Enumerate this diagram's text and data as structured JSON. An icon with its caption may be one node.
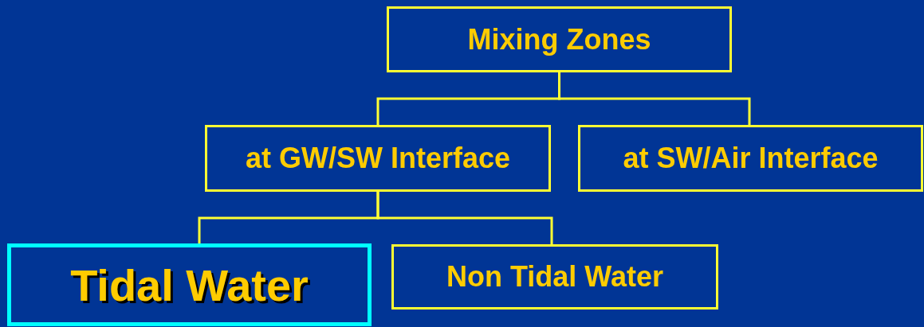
{
  "diagram": {
    "nodes": [
      {
        "text": [
          "Mixing Zones"
        ]
      },
      {
        "text": [
          "at GW/SW Interface"
        ]
      },
      {
        "text": [
          "at SW/Air Interface"
        ]
      },
      {
        "text": [
          "Tidal Water"
        ]
      },
      {
        "text": [
          "Non Tidal Water"
        ]
      }
    ],
    "edges": [
      {
        "from": 0,
        "to": 1,
        "arrow": "none"
      },
      {
        "from": 0,
        "to": 2,
        "arrow": "none"
      },
      {
        "from": 1,
        "to": 3,
        "arrow": "none"
      },
      {
        "from": 1,
        "to": 4,
        "arrow": "none"
      }
    ]
  }
}
